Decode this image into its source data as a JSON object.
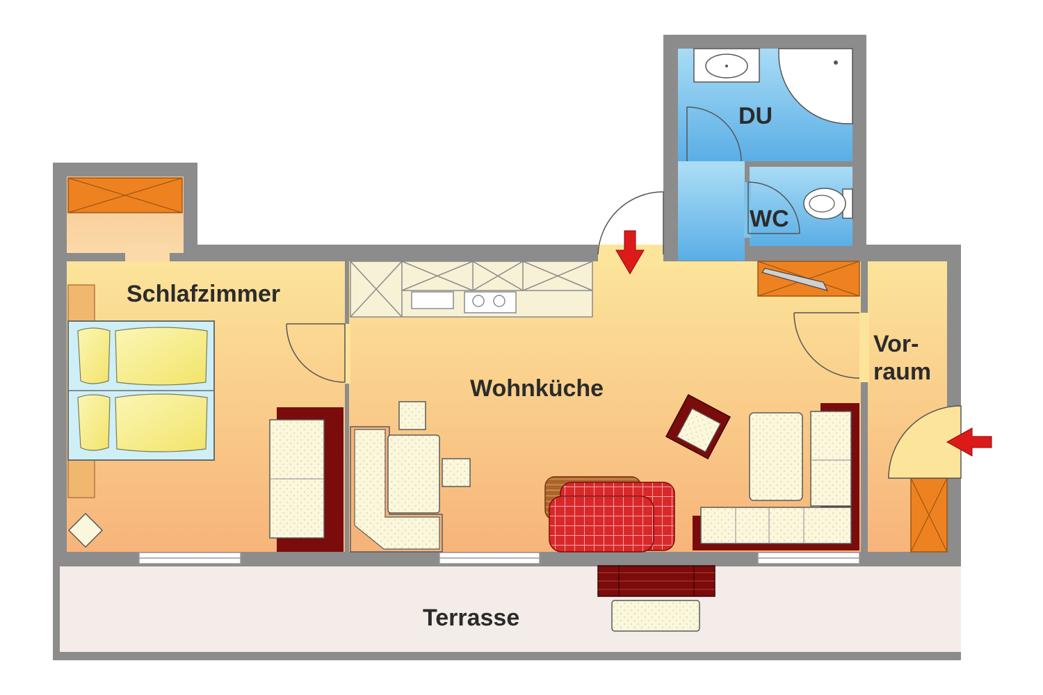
{
  "rooms": {
    "bedroom": "Schlafzimmer",
    "living_kitchen": "Wohnküche",
    "hall_line1": "Vor-",
    "hall_line2": "raum",
    "shower": "DU",
    "wc": "WC",
    "terrace": "Terrasse"
  },
  "colors": {
    "wall": "#8c8c8c",
    "floor_light": "#fce49a",
    "floor_dark": "#f7b47a",
    "bath_light": "#a9dcf5",
    "bath_dark": "#5aaee6",
    "terrace": "#f4ece9",
    "wardrobe": "#ee8220",
    "upholstery": "#fbf7dc",
    "sofa_frame": "#7a0c0c",
    "rug_red": "#d8282a",
    "entry_arrow": "#dd1a1a"
  }
}
